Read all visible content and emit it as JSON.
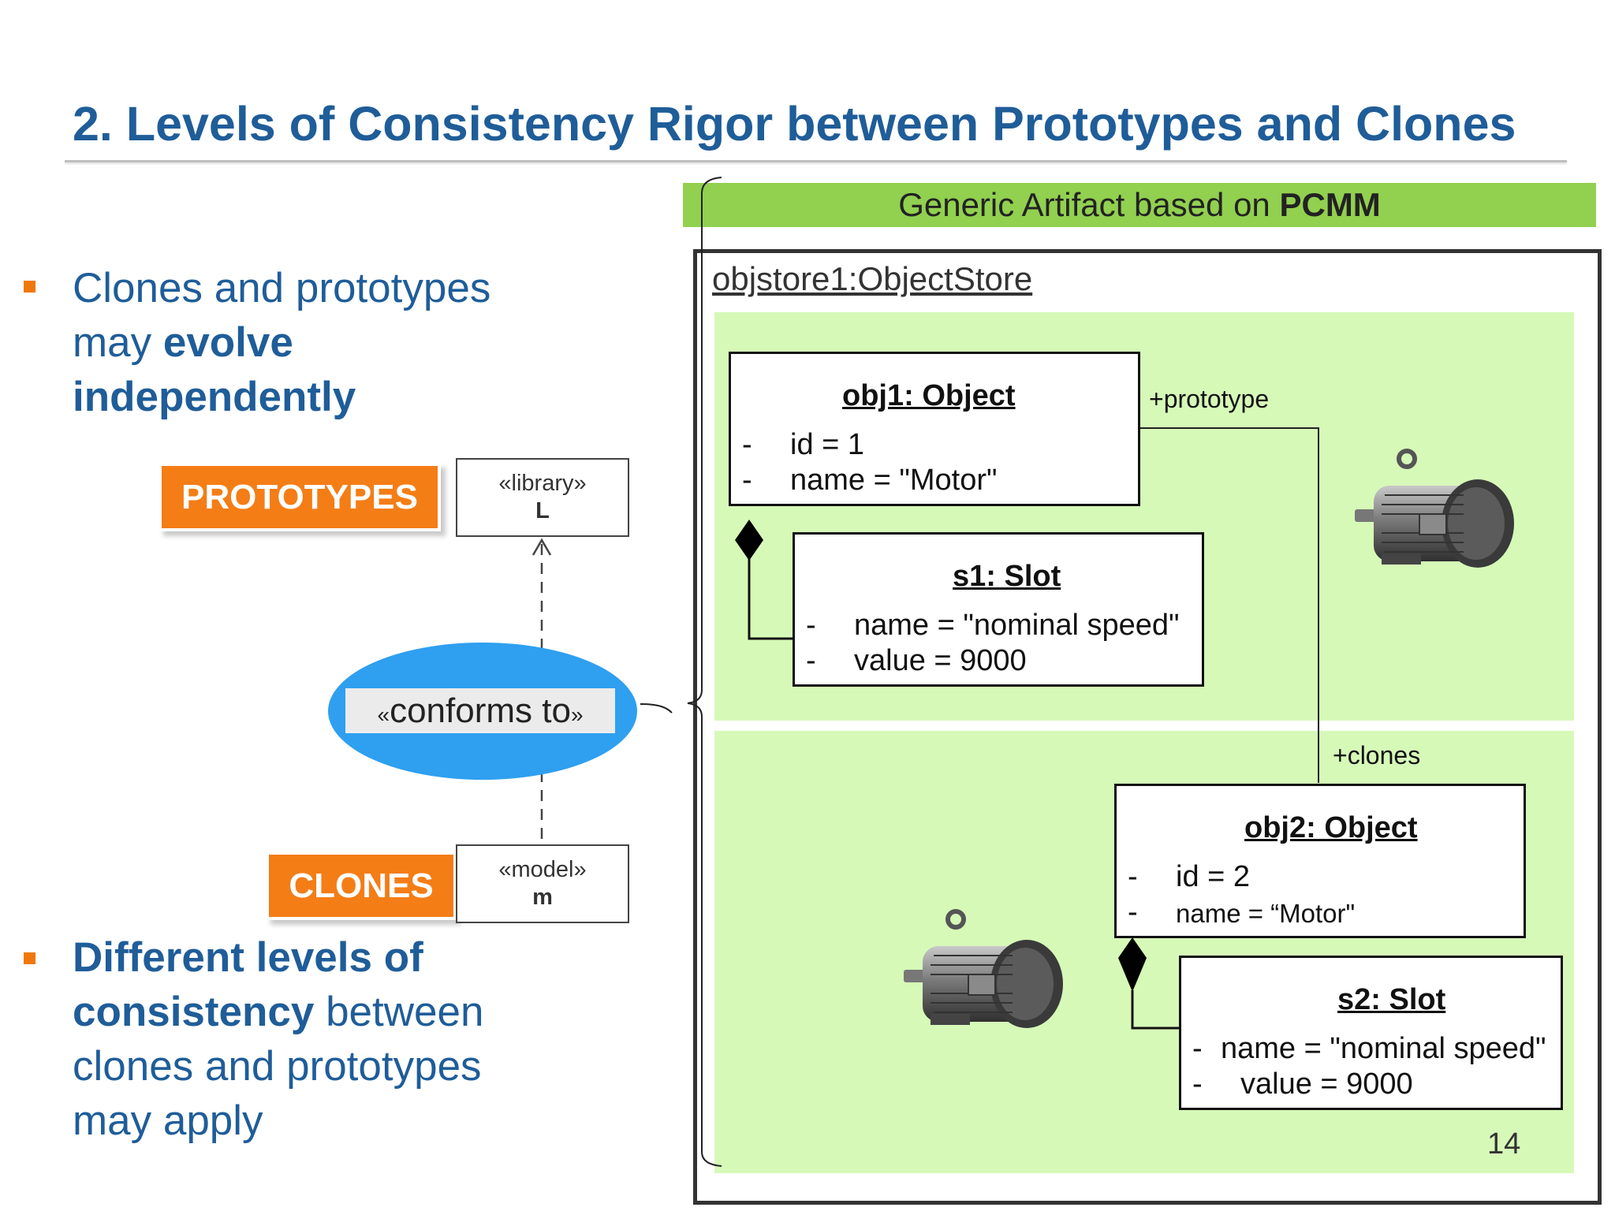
{
  "slide": {
    "title": "2. Levels of Consistency Rigor between Prototypes and Clones",
    "page_number": "14"
  },
  "bullets": [
    {
      "parts": [
        {
          "text": "Clones and prototypes may ",
          "bold": false
        },
        {
          "text": "evolve independently",
          "bold": true
        }
      ]
    },
    {
      "parts": [
        {
          "text": "Different levels of consistency",
          "bold": true
        },
        {
          "text": " between clones and prototypes may apply",
          "bold": false
        }
      ]
    }
  ],
  "left_diagram": {
    "prototypes_tag": "PROTOTYPES",
    "clones_tag": "CLONES",
    "library_box": {
      "stereotype": "«library»",
      "name": "L"
    },
    "model_box": {
      "stereotype": "«model»",
      "name": "m"
    },
    "conforms": {
      "open": "«",
      "text": "conforms to",
      "close": "»"
    }
  },
  "right_diagram": {
    "header_pre": "Generic Artifact based on ",
    "header_bold": "PCMM",
    "store_label": "objstore1:ObjectStore",
    "obj1": {
      "title": "obj1: Object",
      "rows": [
        {
          "dash": "-",
          "text": "id = 1"
        },
        {
          "dash": "-",
          "text": "name = \"Motor\""
        }
      ]
    },
    "s1": {
      "title": "s1: Slot",
      "rows": [
        {
          "dash": "-",
          "text": "name = \"nominal speed\""
        },
        {
          "dash": "-",
          "text": "value = 9000"
        }
      ]
    },
    "obj2": {
      "title": "obj2: Object",
      "rows": [
        {
          "dash": "-",
          "text": "id = 2"
        },
        {
          "dash": "-",
          "text": "name = “Motor\""
        }
      ]
    },
    "s2": {
      "title": "s2: Slot",
      "rows": [
        {
          "dash": "-",
          "text": "name = \"nominal speed\""
        },
        {
          "dash": "-",
          "text": "value = 9000"
        }
      ]
    },
    "prototype_label": "+prototype",
    "clones_label": "+clones"
  },
  "colors": {
    "title_blue": "#1f5d99",
    "accent_orange": "#f47d16",
    "header_green": "#92d050",
    "panel_green": "#d6f9b8",
    "ellipse_blue": "#2f9ff0"
  },
  "icons": [
    "electric-motor-icon"
  ]
}
